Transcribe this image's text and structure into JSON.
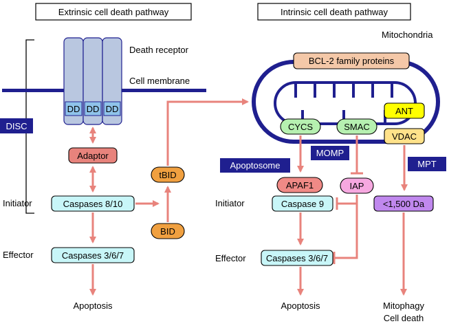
{
  "extrinsic": {
    "title": "Extrinsic cell death pathway",
    "death_receptor": "Death receptor",
    "cell_membrane": "Cell membrane",
    "dd": "DD",
    "disc": "DISC",
    "adaptor": "Adaptor",
    "initiator_label": "Initiator",
    "initiator_box": "Caspases 8/10",
    "effector_label": "Effector",
    "effector_box": "Caspases 3/6/7",
    "outcome": "Apoptosis",
    "tbid": "tBID",
    "bid": "BID"
  },
  "intrinsic": {
    "title": "Intrinsic cell death pathway",
    "mitochondria": "Mitochondria",
    "bcl2": "BCL-2 family proteins",
    "cycs": "CYCS",
    "smac": "SMAC",
    "ant": "ANT",
    "vdac": "VDAC",
    "momp": "MOMP",
    "apoptosome": "Apoptosome",
    "mpt": "MPT",
    "apaf1": "APAF1",
    "iap": "IAP",
    "initiator_label": "Initiator",
    "initiator_box": "Caspase 9",
    "small_molecules": "<1,500 Da",
    "effector_label": "Effector",
    "effector_box": "Caspases 3/6/7",
    "outcome_apoptosis": "Apoptosis",
    "outcome_mitophagy_line1": "Mitophagy",
    "outcome_mitophagy_line2": "Cell death"
  },
  "colors": {
    "arrow": "#e8837c",
    "navy": "#1f1f8f",
    "cyan_box": "#c8f6f8",
    "receptor": "#b9c7e0",
    "dd_box": "#8fc3ea",
    "adaptor": "#e8837c",
    "orange": "#f0a040",
    "bcl2": "#f4c8a8",
    "green": "#b6f0b0",
    "yellow": "#ffff00",
    "vdac": "#ffe28a",
    "apaf1": "#f08a86",
    "iap": "#f6a8e0",
    "purple": "#c088ee"
  }
}
